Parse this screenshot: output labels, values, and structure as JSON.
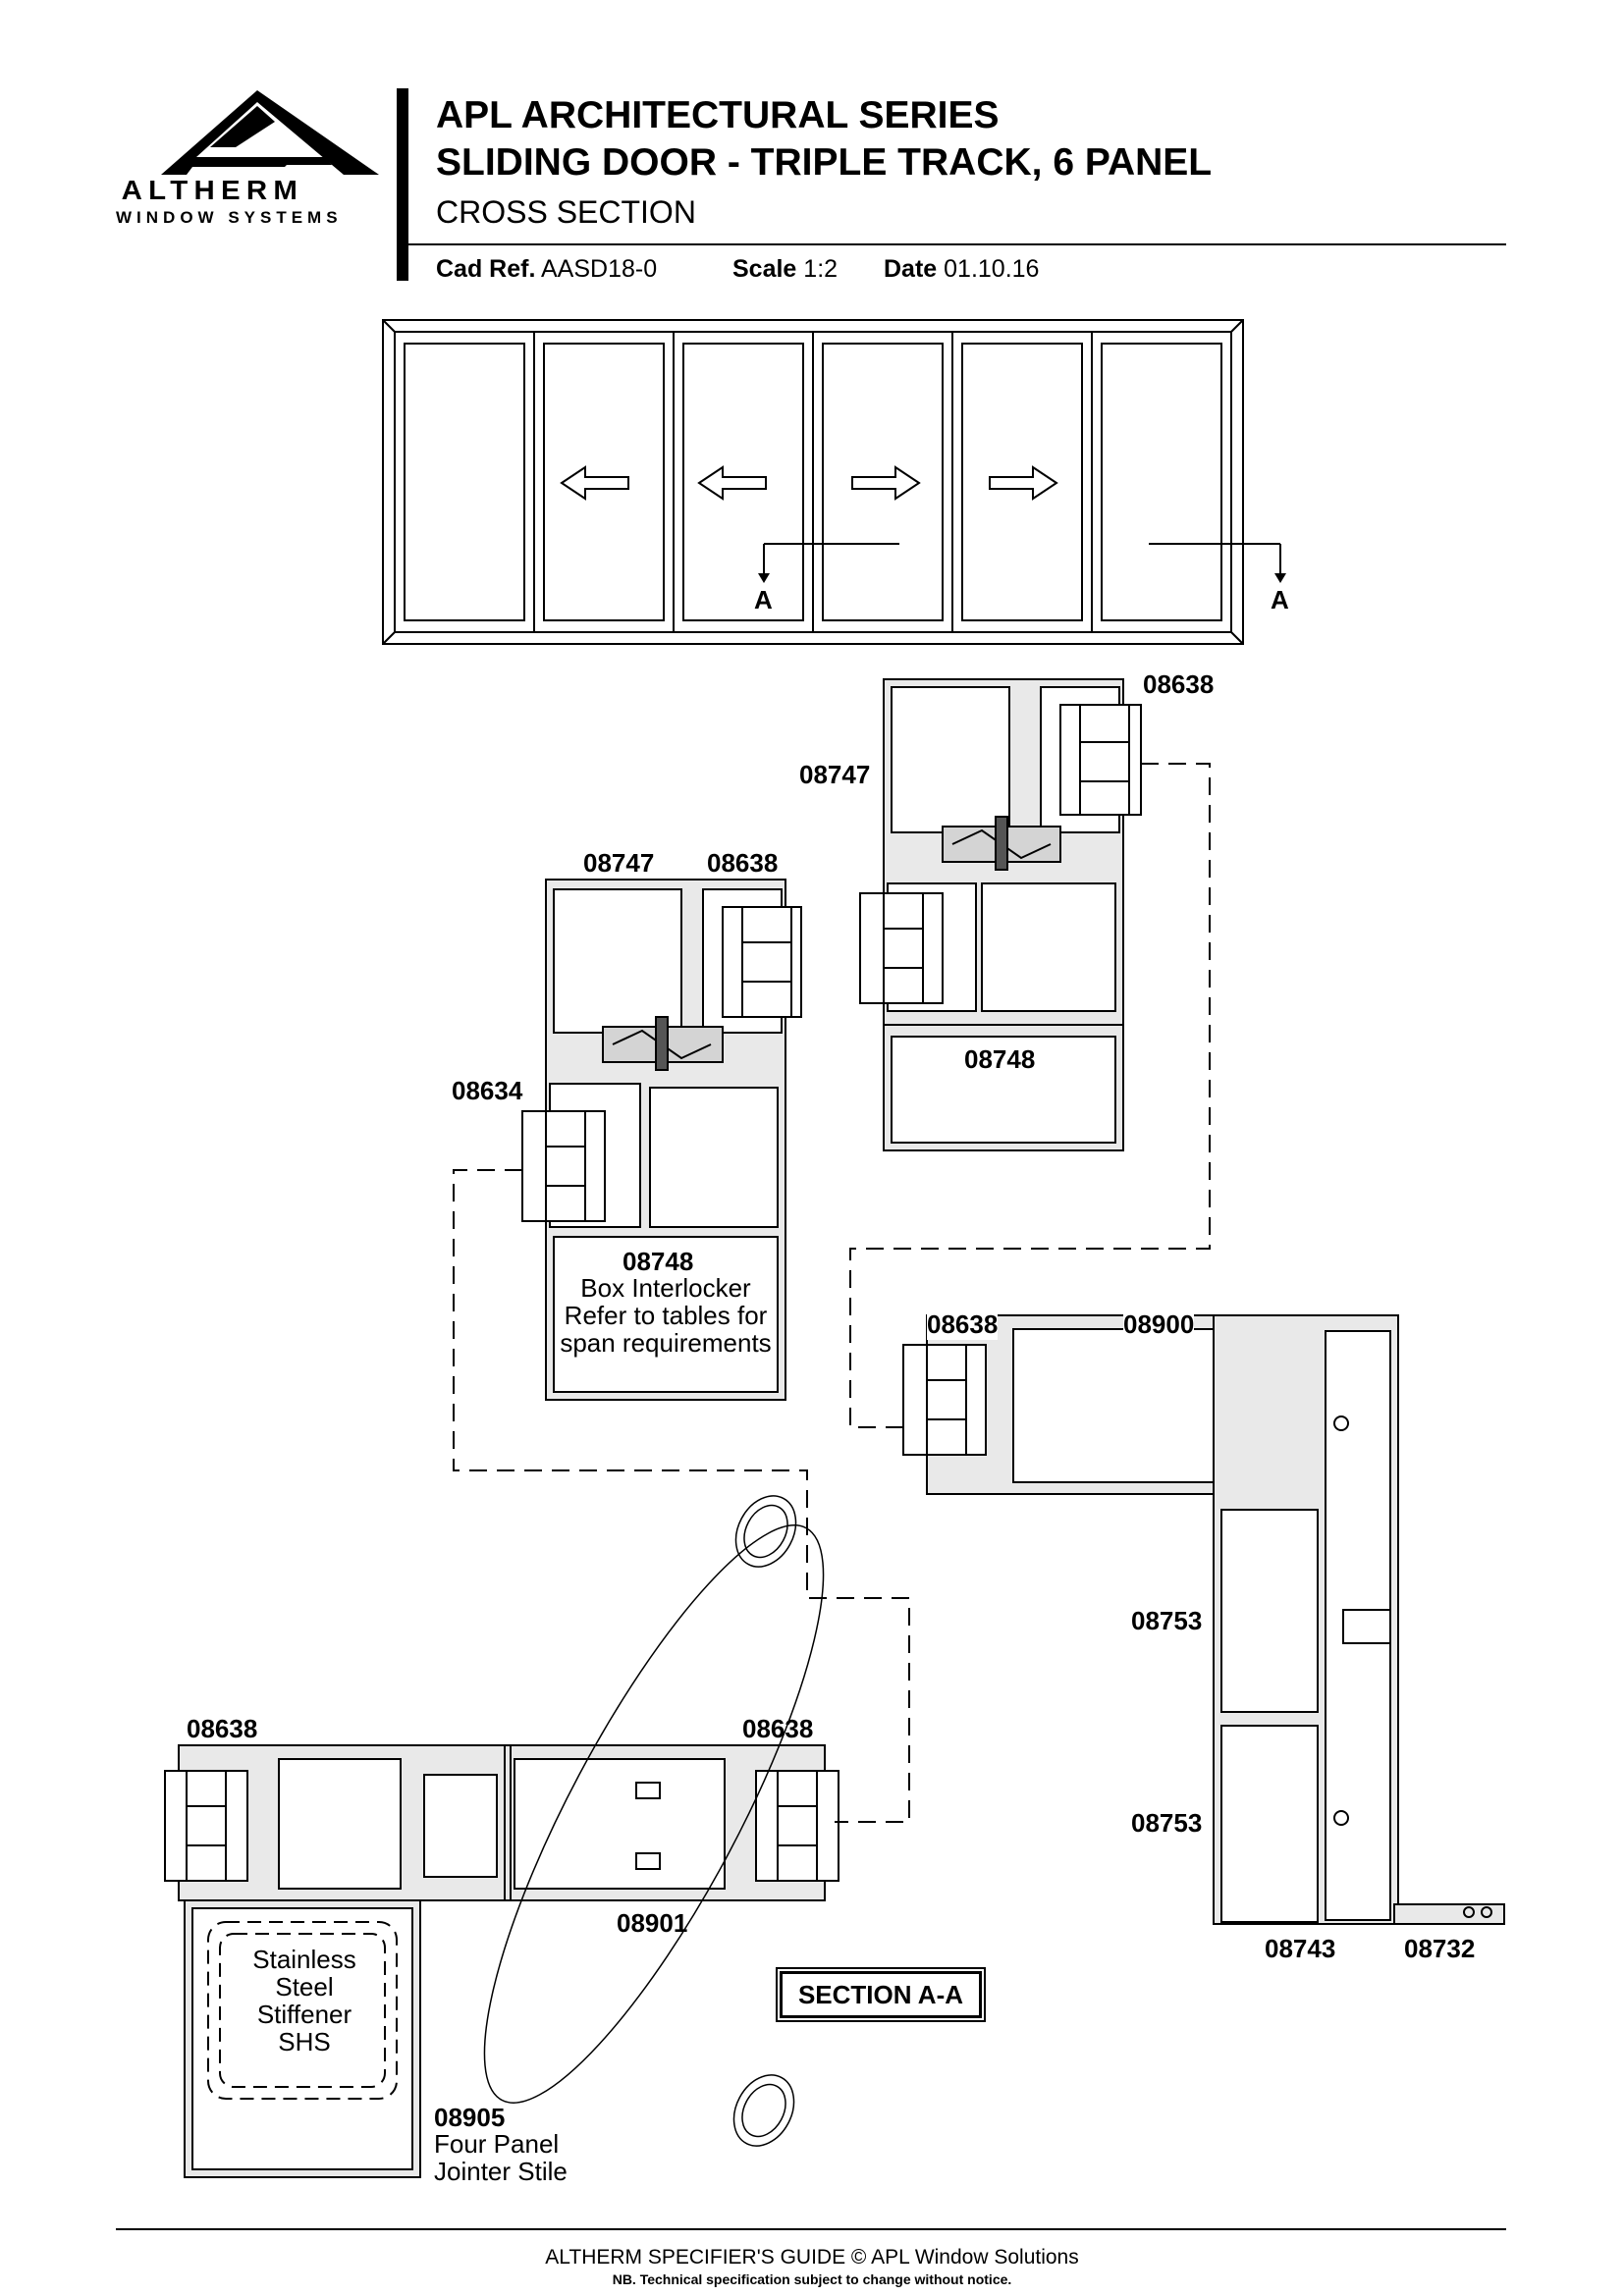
{
  "header": {
    "logo_wordmark": "ALTHERM",
    "logo_tagline": "WINDOW SYSTEMS",
    "title_line1": "APL ARCHITECTURAL SERIES",
    "title_line2": "SLIDING DOOR - TRIPLE TRACK, 6 PANEL",
    "title_line3": "CROSS SECTION",
    "cad_ref_label": "Cad Ref.",
    "cad_ref_value": "AASD18-0",
    "scale_label": "Scale",
    "scale_value": "1:2",
    "date_label": "Date",
    "date_value": "01.10.16"
  },
  "elevation": {
    "section_marker_left": "A",
    "section_marker_right": "A"
  },
  "labels": {
    "top_right_08638": "08638",
    "top_right_08747": "08747",
    "top_right_08748": "08748",
    "left_08747": "08747",
    "left_08638": "08638",
    "left_08634": "08634",
    "left_08748": "08748",
    "left_note_1": "Box Interlocker",
    "left_note_2": "Refer to tables for",
    "left_note_3": "span requirements",
    "jamb_08638": "08638",
    "jamb_08900": "08900",
    "jamb_08753_a": "08753",
    "jamb_08753_b": "08753",
    "jamb_08743": "08743",
    "jamb_08732": "08732",
    "bottom_08638_left": "08638",
    "bottom_08638_right": "08638",
    "bottom_08901": "08901",
    "stiffener_1": "Stainless",
    "stiffener_2": "Steel",
    "stiffener_3": "Stiffener",
    "stiffener_4": "SHS",
    "bottom_08905": "08905",
    "bottom_note_1": "Four Panel",
    "bottom_note_2": "Jointer Stile",
    "section_label": "SECTION A-A"
  },
  "footer": {
    "line1": "ALTHERM SPECIFIER'S GUIDE  © APL Window Solutions",
    "line2": "NB. Technical specification subject to change without notice."
  }
}
